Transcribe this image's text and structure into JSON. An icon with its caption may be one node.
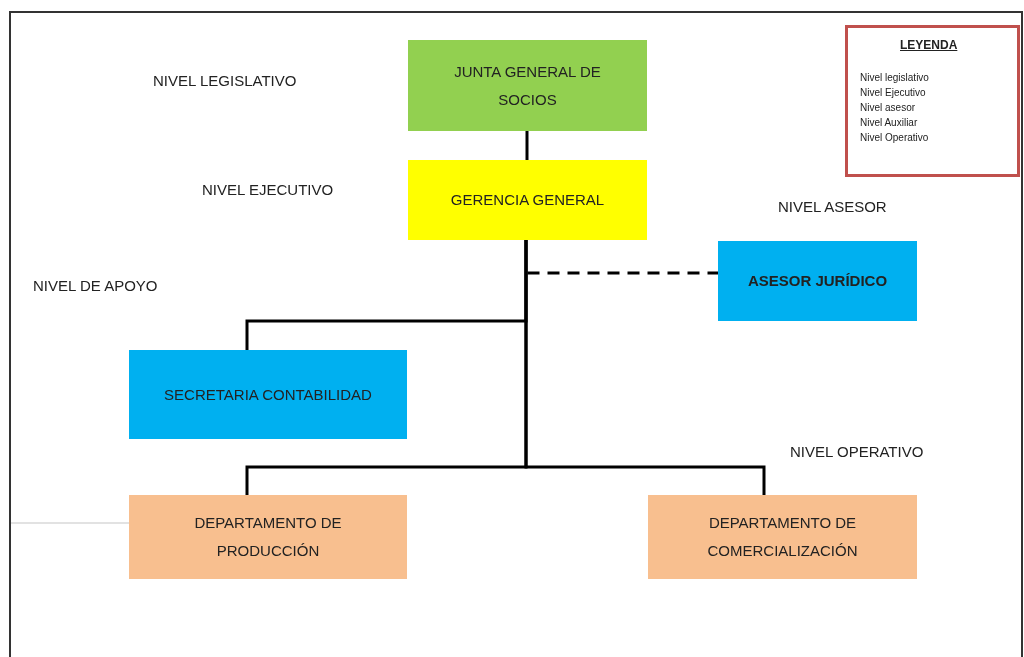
{
  "diagram": {
    "nodes": [
      {
        "text": [
          "JUNTA GENERAL DE SOCIOS"
        ]
      },
      {
        "text": [
          "GERENCIA GENERAL"
        ]
      },
      {
        "text": [
          "ASESOR JURÍDICO"
        ]
      },
      {
        "text": [
          "SECRETARIA CONTABILIDAD"
        ]
      },
      {
        "text": [
          "DEPARTAMENTO DE PRODUCCIÓN"
        ]
      },
      {
        "text": [
          "DEPARTAMENTO DE COMERCIALIZACIÓN"
        ]
      }
    ],
    "edges": [
      {
        "from": 0,
        "to": 1,
        "arrow": "none"
      },
      {
        "from": 1,
        "to": 2,
        "arrow": "none",
        "style": "dashed"
      },
      {
        "from": 1,
        "to": 3,
        "arrow": "none"
      },
      {
        "from": 1,
        "to": 4,
        "arrow": "none"
      },
      {
        "from": 1,
        "to": 5,
        "arrow": "none"
      },
      {
        "from": null,
        "to": 4,
        "arrow": "none",
        "color": "#d9d9d9"
      }
    ],
    "labels": [
      "NIVEL  LEGISLATIVO",
      "NIVEL  EJECUTIVO",
      "NIVEL  ASESOR",
      "NIVEL  DE APOYO",
      "NIVEL  OPERATIVO",
      "LEYENDA"
    ],
    "legend": [
      {
        "text": "Nivel legislativo"
      },
      {
        "text": "Nivel Ejecutivo"
      },
      {
        "text": "Nivel asesor"
      },
      {
        "text": "Nivel Auxiliar"
      },
      {
        "text": "Nivel Operativo"
      }
    ]
  }
}
